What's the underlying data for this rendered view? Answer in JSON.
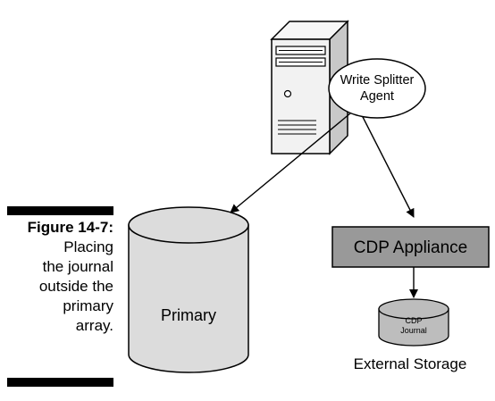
{
  "figure": {
    "label": "Figure 14-7:",
    "caption_lines": [
      "Placing",
      "the journal",
      "outside the",
      "primary",
      "array."
    ]
  },
  "diagram": {
    "agent_label_lines": [
      "Write Splitter",
      "Agent"
    ],
    "primary_label": "Primary",
    "appliance_label": "CDP Appliance",
    "journal_label_lines": [
      "CDP",
      "Journal"
    ],
    "external_storage_label": "External Storage"
  },
  "colors": {
    "appliance_fill": "#999999",
    "server_front": "#f2f2f2",
    "server_side": "#c8c8c8",
    "cylinder_fill": "#dcdcdc",
    "journal_fill": "#bdbdbd"
  }
}
